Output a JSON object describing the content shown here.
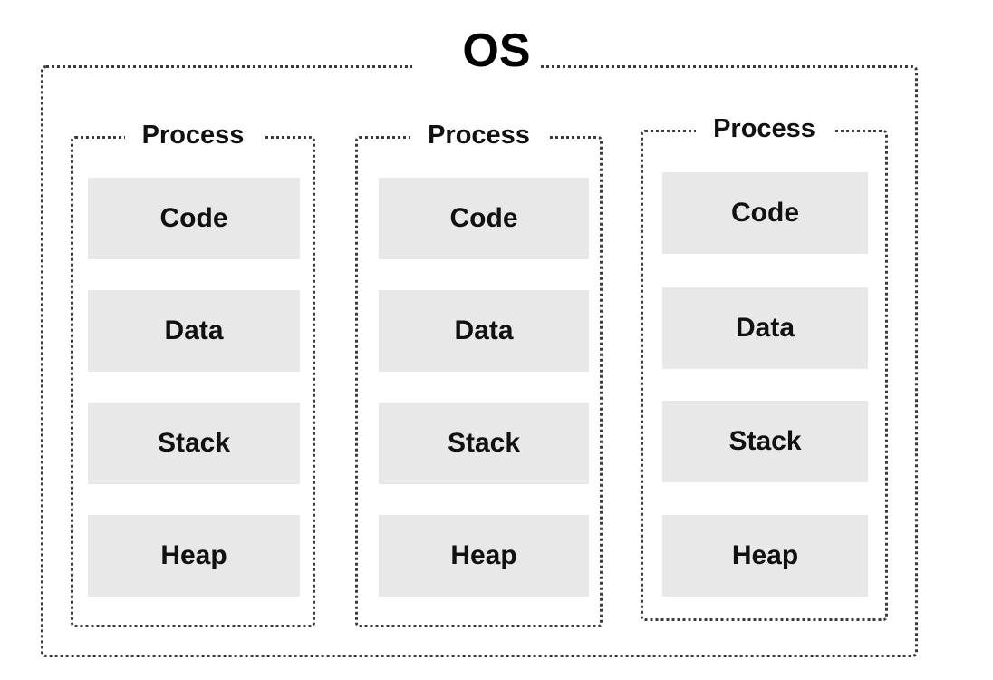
{
  "diagram": {
    "title": "OS",
    "outer_label": "OS",
    "background_color": "#ffffff",
    "border_color": "#3a3a3a",
    "segment_fill_color": "#e8e8e8",
    "text_color": "#111111",
    "processes": [
      {
        "label": "Process",
        "segments": [
          {
            "label": "Code"
          },
          {
            "label": "Data"
          },
          {
            "label": "Stack"
          },
          {
            "label": "Heap"
          }
        ]
      },
      {
        "label": "Process",
        "segments": [
          {
            "label": "Code"
          },
          {
            "label": "Data"
          },
          {
            "label": "Stack"
          },
          {
            "label": "Heap"
          }
        ]
      },
      {
        "label": "Process",
        "segments": [
          {
            "label": "Code"
          },
          {
            "label": "Data"
          },
          {
            "label": "Stack"
          },
          {
            "label": "Heap"
          }
        ]
      }
    ]
  }
}
